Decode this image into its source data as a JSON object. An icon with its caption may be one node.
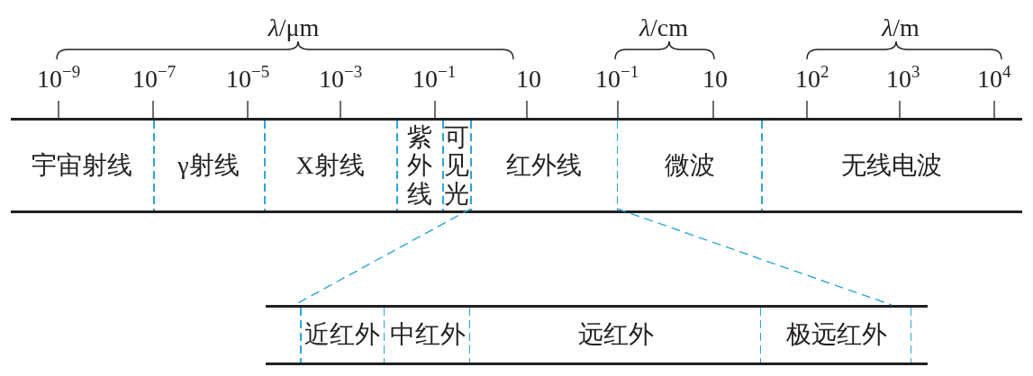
{
  "diagram": {
    "nodes": [
      {
        "text": [],
        "shape": "bar"
      },
      {
        "text": [
          "宇宙射线"
        ],
        "in": 0
      },
      {
        "text": [
          "γ射线"
        ],
        "in": 0
      },
      {
        "text": [
          "X射线"
        ],
        "in": 0
      },
      {
        "text": [
          "紫外线"
        ],
        "in": 0
      },
      {
        "text": [
          "可见光"
        ],
        "in": 0
      },
      {
        "text": [
          "红外线"
        ],
        "in": 0
      },
      {
        "text": [
          "微波"
        ],
        "in": 0
      },
      {
        "text": [
          "无线电波"
        ],
        "in": 0
      },
      {
        "text": [],
        "shape": "bar"
      },
      {
        "text": [
          "近红外"
        ],
        "in": 9
      },
      {
        "text": [
          "中红外"
        ],
        "in": 9
      },
      {
        "text": [
          "远红外"
        ],
        "in": 9
      },
      {
        "text": [
          "极远红外"
        ],
        "in": 9
      }
    ],
    "edges": [
      {
        "from": 6,
        "to": 9,
        "arrow": "none",
        "style": "dashed"
      },
      {
        "from": 6,
        "to": 9,
        "arrow": "none",
        "style": "dashed"
      }
    ],
    "labels": [
      "*λ*/μm",
      "*λ*/cm",
      "*λ*/m",
      "10$^{−9}$",
      "10$^{−7}$",
      "10$^{−5}$",
      "10$^{−3}$",
      "10$^{−1}$",
      "10",
      "10$^{−1}$",
      "10",
      "10$^{2}$",
      "10$^{3}$",
      "10$^{4}$"
    ]
  }
}
